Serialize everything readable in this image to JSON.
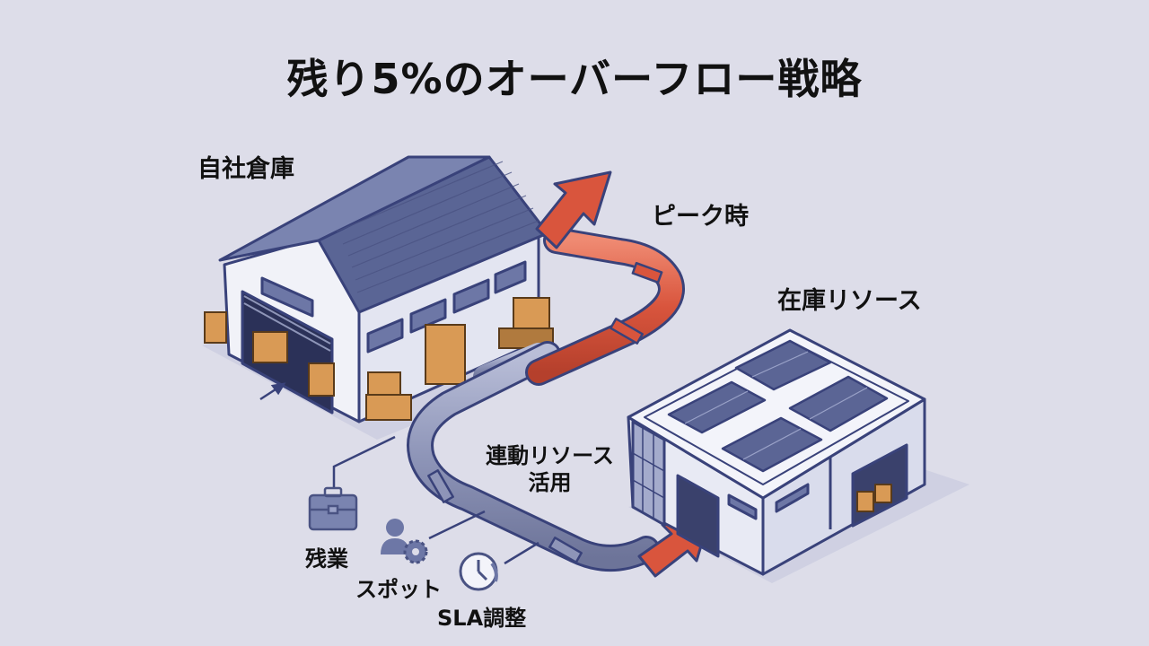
{
  "title": "残り5%のオーバーフロー戦略",
  "labels": {
    "own_warehouse": "自社倉庫",
    "peak_time": "ピーク時",
    "inventory_resource": "在庫リソース",
    "linked_resource_line1": "連動リソース",
    "linked_resource_line2": "活用",
    "overtime": "残業",
    "spot": "スポット",
    "sla_adjust": "SLA調整"
  },
  "icons": {
    "overtime": "briefcase-icon",
    "spot": "person-gear-icon",
    "sla_adjust": "clock-refresh-icon"
  },
  "colors": {
    "background": "#dddde9",
    "outline": "#39427a",
    "roof": "#5a6595",
    "wall": "#eef0f8",
    "pipe_gray": "#8e95b8",
    "pipe_red": "#d9553d",
    "box": "#d99a55",
    "solar": "#5b6595"
  }
}
